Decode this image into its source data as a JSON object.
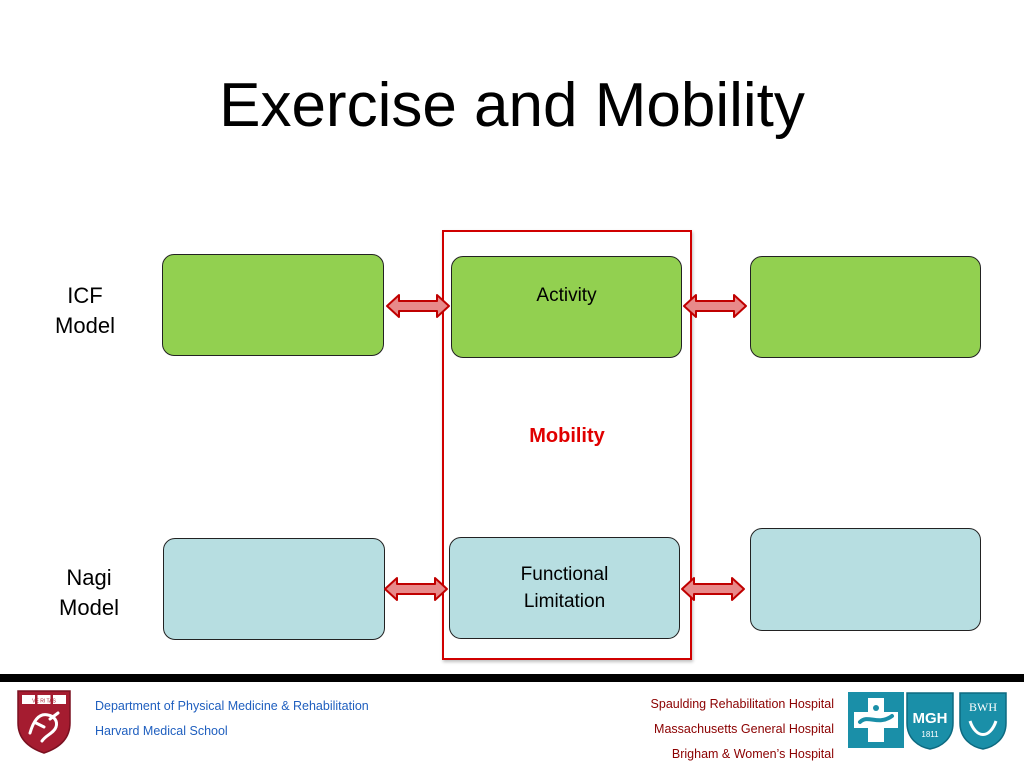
{
  "slide": {
    "title": "Exercise and Mobility"
  },
  "rows": [
    {
      "label_line1": "ICF",
      "label_line2": "Model"
    },
    {
      "label_line1": "Nagi",
      "label_line2": "Model"
    }
  ],
  "boxes": {
    "icf_left": "",
    "icf_middle": "Activity",
    "icf_right": "",
    "nagi_left": "",
    "nagi_middle_line1": "Functional",
    "nagi_middle_line2": "Limitation",
    "nagi_right": ""
  },
  "highlight": {
    "label": "Mobility",
    "color": "#e00000"
  },
  "colors": {
    "icf_fill": "#92d050",
    "nagi_fill": "#b7dee1",
    "arrow": "#c00000",
    "footer_link": "#1f5fbf",
    "footer_hospital": "#8b0000"
  },
  "footer": {
    "left_line1": "Department of Physical Medicine & Rehabilitation",
    "left_line2": "Harvard Medical School",
    "right_line1": "Spaulding Rehabilitation Hospital",
    "right_line2": "Massachusetts General Hospital",
    "right_line3": "Brigham & Women’s Hospital",
    "logo_mgh_text": "MGH",
    "logo_mgh_year": "1811",
    "logo_bwh_text": "BWH",
    "logo_harvard_text": "VE RI TAS"
  }
}
